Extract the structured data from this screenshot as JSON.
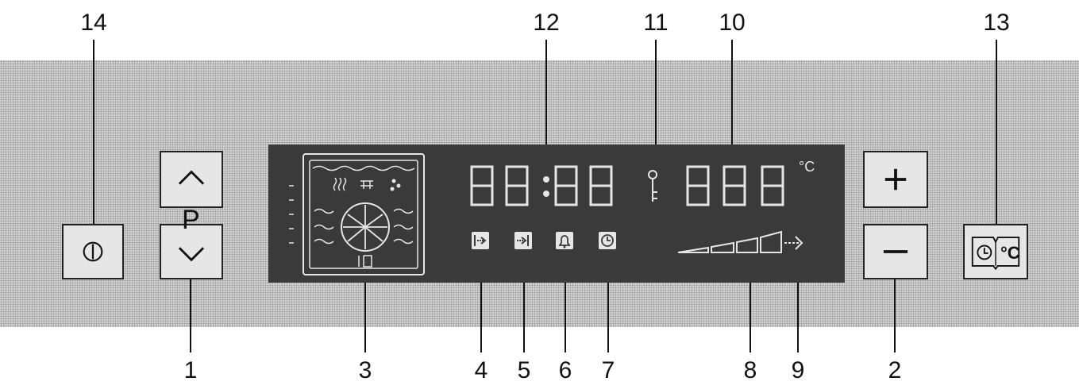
{
  "callouts": {
    "c1": "1",
    "c2": "2",
    "c3": "3",
    "c4": "4",
    "c5": "5",
    "c6": "6",
    "c7": "7",
    "c8": "8",
    "c9": "9",
    "c10": "10",
    "c11": "11",
    "c12": "12",
    "c13": "13",
    "c14": "14"
  },
  "controls": {
    "program_letter": "P",
    "temperature_unit": "°C"
  },
  "icons": {
    "on_off": "power-icon",
    "program_up": "chevron-up-icon",
    "program_down": "chevron-down-icon",
    "plus": "plus-icon",
    "minus": "minus-icon",
    "clock_temp": "clock-temperature-icon",
    "start_time": "start-time-icon",
    "end_time": "end-time-icon",
    "timer": "bell-icon",
    "duration": "clock-icon",
    "key": "key-icon",
    "heating_arrow": "arrow-icon"
  },
  "colors": {
    "panel": "#d3d3d3",
    "display": "#3a3a3a",
    "segments": "#e6e6e6",
    "button": "#e6e6e6"
  }
}
